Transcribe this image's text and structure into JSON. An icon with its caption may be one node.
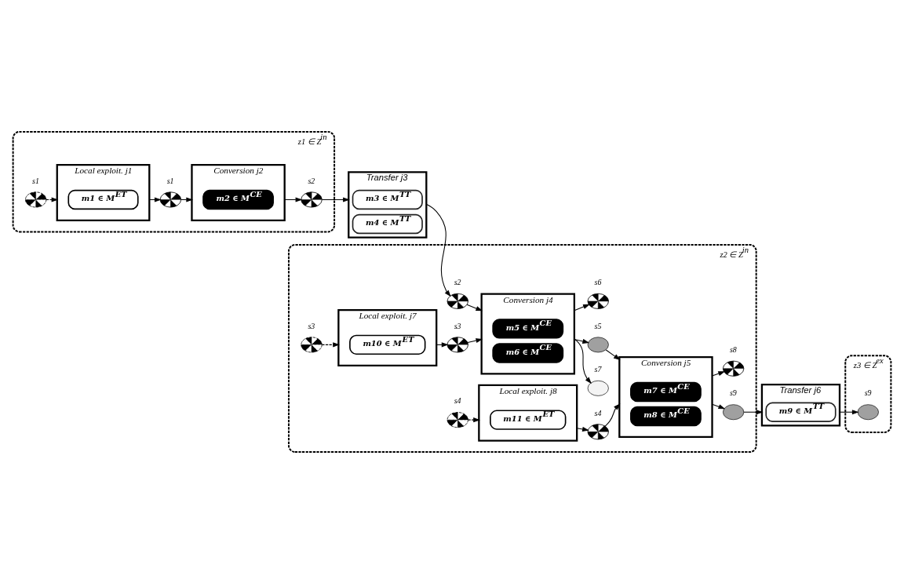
{
  "diagram": {
    "nodes": [
      {
        "text": [
          "z1 ∈ Z$^{in}$"
        ]
      },
      {
        "text": [],
        "shape": "ellipse",
        "beside": [
          "s1"
        ],
        "in": 0
      },
      {
        "text": [
          "Local exploit. j1"
        ],
        "in": 0
      },
      {
        "text": [
          "m1 ∈ M$^{ET}$"
        ],
        "in": 2
      },
      {
        "text": [],
        "shape": "ellipse",
        "beside": [
          "s1"
        ],
        "in": 0
      },
      {
        "text": [
          "Conversion j2"
        ],
        "in": 0
      },
      {
        "text": [
          "m2 ∈ M$^{CE}$"
        ],
        "in": 5
      },
      {
        "text": [],
        "shape": "ellipse",
        "beside": [
          "s2"
        ],
        "in": 0
      },
      {
        "text": [
          "Transfer j3"
        ]
      },
      {
        "text": [
          "m3 ∈ M$^{TT}$"
        ],
        "in": 8
      },
      {
        "text": [
          "m4 ∈ M$^{TT}$"
        ],
        "in": 8
      },
      {
        "text": [
          "z2 ∈ Z$^{in}$"
        ]
      },
      {
        "text": [],
        "shape": "ellipse",
        "beside": [
          "s3"
        ],
        "in": 11
      },
      {
        "text": [
          "Local exploit. j7"
        ],
        "in": 11
      },
      {
        "text": [
          "m10 ∈ M$^{ET}$"
        ],
        "in": 13
      },
      {
        "text": [],
        "shape": "ellipse",
        "beside": [
          "s3"
        ],
        "in": 11
      },
      {
        "text": [],
        "shape": "ellipse",
        "beside": [
          "s2"
        ],
        "in": 11
      },
      {
        "text": [
          "Conversion j4"
        ],
        "in": 11
      },
      {
        "text": [
          "m5 ∈ M$^{CE}$"
        ],
        "in": 17
      },
      {
        "text": [
          "m6 ∈ M$^{CE}$"
        ],
        "in": 17
      },
      {
        "text": [],
        "shape": "ellipse",
        "beside": [
          "s6"
        ],
        "in": 11
      },
      {
        "text": [],
        "shape": "ellipse",
        "beside": [
          "s7"
        ],
        "in": 11
      },
      {
        "text": [],
        "shape": "ellipse",
        "beside": [
          "s5"
        ],
        "in": 11
      },
      {
        "text": [
          "z3 ∈ Z$^{ex}$"
        ]
      },
      {
        "text": [
          "Conversion j5"
        ],
        "in": 11
      },
      {
        "text": [
          "m7 ∈ M$^{CE}$"
        ],
        "in": 24
      },
      {
        "text": [
          "m8 ∈ M$^{CE}$"
        ],
        "in": 24
      },
      {
        "text": [
          "Local exploit. j8"
        ],
        "in": 11
      },
      {
        "text": [
          "m11 ∈ M$^{ET}$"
        ],
        "in": 27
      },
      {
        "text": [],
        "shape": "ellipse",
        "beside": [
          "s4"
        ],
        "in": 11
      },
      {
        "text": [],
        "shape": "ellipse",
        "beside": [
          "s4"
        ],
        "in": 11
      },
      {
        "text": [],
        "shape": "ellipse",
        "beside": [
          "s9"
        ],
        "in": 11
      },
      {
        "text": [
          "Transfer j6"
        ]
      },
      {
        "text": [
          "m9 ∈ M$^{TT}$"
        ],
        "in": 32
      },
      {
        "text": [],
        "shape": "ellipse",
        "beside": [
          "s9"
        ],
        "in": 23
      },
      {
        "text": [],
        "shape": "ellipse",
        "beside": [
          "s8"
        ],
        "in": 11
      }
    ],
    "edges": [
      {
        "from": 1,
        "to": 2,
        "arrow": "to",
        "style": "dashed"
      },
      {
        "from": 2,
        "to": 4,
        "arrow": "to"
      },
      {
        "from": 4,
        "to": 5,
        "arrow": "to"
      },
      {
        "from": 5,
        "to": 7,
        "arrow": "to"
      },
      {
        "from": 7,
        "to": 8,
        "arrow": "to"
      },
      {
        "from": 8,
        "to": 16,
        "arrow": "to"
      },
      {
        "from": 16,
        "to": 17,
        "arrow": "to"
      },
      {
        "from": 12,
        "to": 13,
        "arrow": "to",
        "style": "dashed"
      },
      {
        "from": 13,
        "to": 15,
        "arrow": "to"
      },
      {
        "from": 15,
        "to": 17,
        "arrow": "to"
      },
      {
        "from": 17,
        "to": 20,
        "arrow": "to"
      },
      {
        "from": 17,
        "to": 21,
        "arrow": "to"
      },
      {
        "from": 17,
        "to": 22,
        "arrow": "to"
      },
      {
        "from": 22,
        "to": 24,
        "arrow": "to"
      },
      {
        "from": 29,
        "to": 27,
        "arrow": "to",
        "style": "dashed"
      },
      {
        "from": 27,
        "to": 30,
        "arrow": "to"
      },
      {
        "from": 30,
        "to": 24,
        "arrow": "to"
      },
      {
        "from": 24,
        "to": 31,
        "arrow": "to"
      },
      {
        "from": 31,
        "to": 32,
        "arrow": "to"
      },
      {
        "from": 32,
        "to": 34,
        "arrow": "to"
      },
      {
        "from": 24,
        "to": 35,
        "arrow": "to"
      }
    ]
  }
}
